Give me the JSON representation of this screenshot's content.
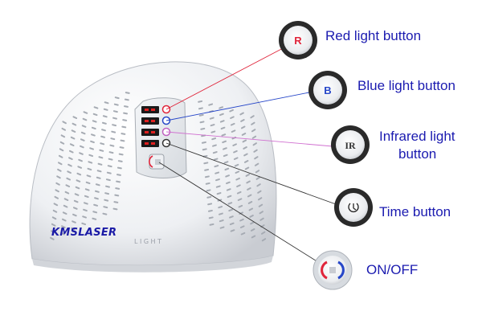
{
  "device": {
    "brand_label": "KMSLASER",
    "model_label": "LIGHT"
  },
  "callouts": [
    {
      "id": "red",
      "icon_text": "R",
      "label_lines": [
        "Red light button"
      ],
      "color": "#e0243a"
    },
    {
      "id": "blue",
      "icon_text": "B",
      "label_lines": [
        "Blue light button"
      ],
      "color": "#2646c8"
    },
    {
      "id": "infrared",
      "icon_text": "IR",
      "label_lines": [
        "Infrared light",
        "button"
      ],
      "color": "#c060c0"
    },
    {
      "id": "time",
      "icon_text": "",
      "icon": "clock-icon",
      "label_lines": [
        "Time button"
      ],
      "color": "#333333"
    },
    {
      "id": "power",
      "icon_text": "",
      "icon": "power-icon",
      "label_lines": [
        "ON/OFF"
      ],
      "color": "#333333"
    }
  ],
  "colors": {
    "label_text": "#1b1bb0",
    "red_accent": "#e0243a",
    "blue_accent": "#2646c8"
  }
}
